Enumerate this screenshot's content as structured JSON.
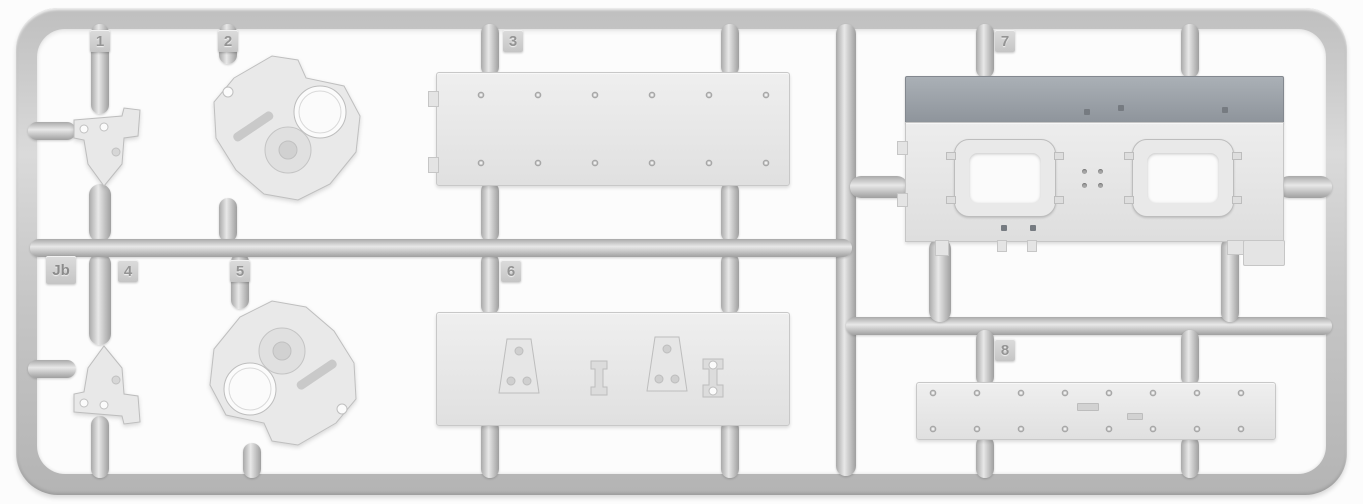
{
  "sprue": {
    "id_label": "Jb",
    "part_numbers": [
      "1",
      "2",
      "3",
      "4",
      "5",
      "6",
      "7",
      "8"
    ],
    "colors": {
      "plastic_light": "#e9e9e9",
      "runner_gray": "#c6c6c6",
      "dark_strip": "#989da4",
      "background": "#fbfbfb"
    }
  }
}
